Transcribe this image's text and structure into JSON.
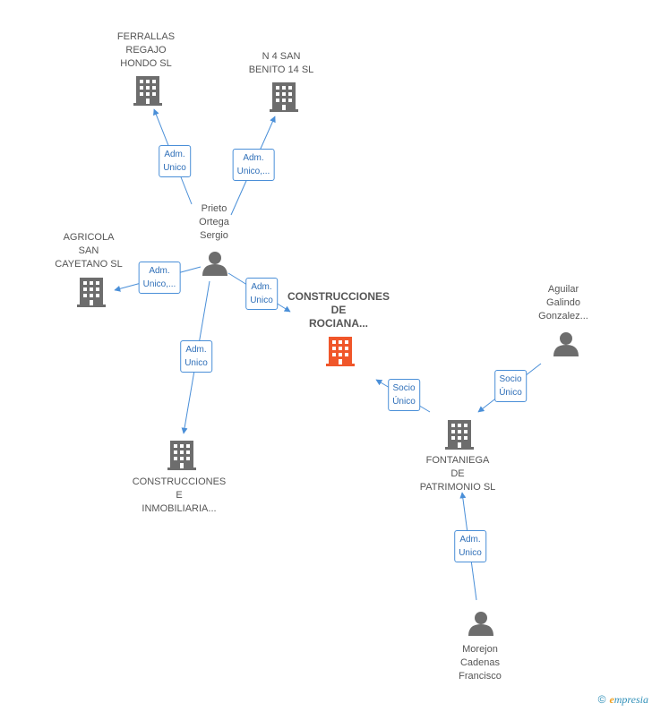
{
  "colors": {
    "edge": "#4a8fd8",
    "node_gray": "#6d6d6d",
    "main_node": "#f0562a"
  },
  "nodes": {
    "ferrallas": {
      "lines": [
        "FERRALLAS",
        "REGAJO",
        "HONDO SL"
      ],
      "type": "company"
    },
    "n4san": {
      "lines": [
        "N 4 SAN",
        "BENITO 14  SL"
      ],
      "type": "company"
    },
    "agricola": {
      "lines": [
        "AGRICOLA",
        "SAN",
        "CAYETANO SL"
      ],
      "type": "company"
    },
    "prieto": {
      "lines": [
        "Prieto",
        "Ortega",
        "Sergio"
      ],
      "type": "person"
    },
    "main": {
      "lines": [
        "CONSTRUCCIONES",
        "DE",
        "ROCIANA..."
      ],
      "type": "company-main"
    },
    "construcciones_e": {
      "lines": [
        "CONSTRUCCIONES",
        "E",
        "INMOBILIARIA..."
      ],
      "type": "company"
    },
    "aguilar": {
      "lines": [
        "Aguilar",
        "Galindo",
        "Gonzalez..."
      ],
      "type": "person"
    },
    "fontaniega": {
      "lines": [
        "FONTANIEGA",
        "DE",
        "PATRIMONIO SL"
      ],
      "type": "company"
    },
    "morejon": {
      "lines": [
        "Morejon",
        "Cadenas",
        "Francisco"
      ],
      "type": "person"
    }
  },
  "edges": [
    {
      "id": "e1",
      "lines": [
        "Adm.",
        "Unico"
      ]
    },
    {
      "id": "e2",
      "lines": [
        "Adm.",
        "Unico,..."
      ]
    },
    {
      "id": "e3",
      "lines": [
        "Adm.",
        "Unico,..."
      ]
    },
    {
      "id": "e4",
      "lines": [
        "Adm.",
        "Unico"
      ]
    },
    {
      "id": "e5",
      "lines": [
        "Adm.",
        "Unico"
      ]
    },
    {
      "id": "e6",
      "lines": [
        "Socio",
        "Único"
      ]
    },
    {
      "id": "e7",
      "lines": [
        "Socio",
        "Único"
      ]
    },
    {
      "id": "e8",
      "lines": [
        "Adm.",
        "Unico"
      ]
    }
  ],
  "footer": {
    "copyright": "©",
    "brand_initial": "e",
    "brand_rest": "mpresia"
  }
}
